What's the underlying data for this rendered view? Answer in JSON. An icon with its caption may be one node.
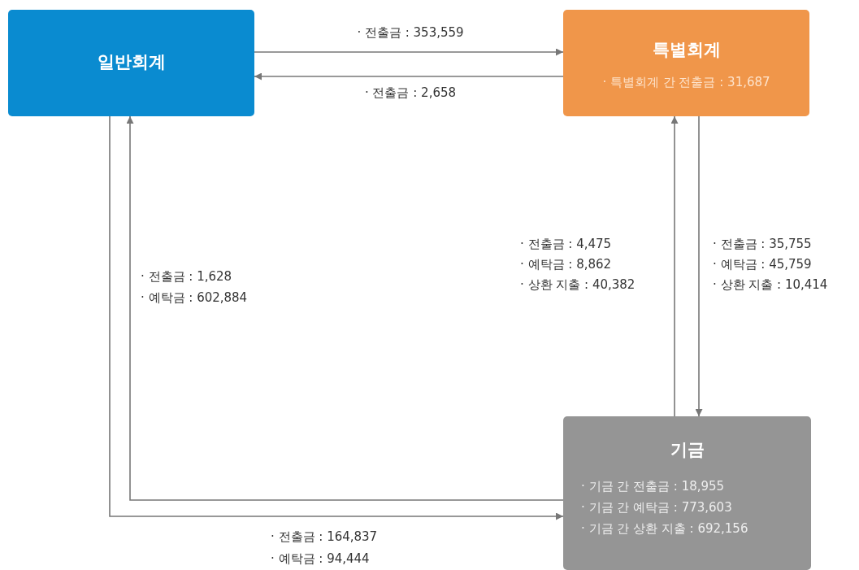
{
  "diagram": {
    "nodes": [
      {
        "text": [
          "일반회계"
        ]
      },
      {
        "text": [
          "특별회계",
          "· 특별회계 간 전출금 : 31,687"
        ]
      },
      {
        "text": [
          "기금",
          "· 기금 간 전출금 : 18,955",
          "· 기금 간 예탁금 : 773,603",
          "· 기금 간 상환 지출 : 692,156"
        ]
      }
    ],
    "edges": [
      {
        "from": 0,
        "to": 1,
        "arrow": "to",
        "label": "· 전출금 : 353,559"
      },
      {
        "from": 1,
        "to": 0,
        "arrow": "to",
        "label": "· 전출금 : 2,658"
      },
      {
        "from": 2,
        "to": 1,
        "arrow": "to"
      },
      {
        "from": 1,
        "to": 2,
        "arrow": "to"
      },
      {
        "from": 2,
        "to": 0,
        "arrow": "to"
      },
      {
        "from": 0,
        "to": 2,
        "arrow": "to"
      }
    ],
    "labels": [
      "· 전출금 : 4,475",
      "· 예탁금 : 8,862",
      "· 상환 지출 : 40,382",
      "· 전출금 : 35,755",
      "· 예탁금 : 45,759",
      "· 상환 지출 : 10,414",
      "· 전출금 : 1,628",
      "· 예탁금 : 602,884",
      "· 전출금 : 164,837",
      "· 예탁금 : 94,444"
    ]
  }
}
